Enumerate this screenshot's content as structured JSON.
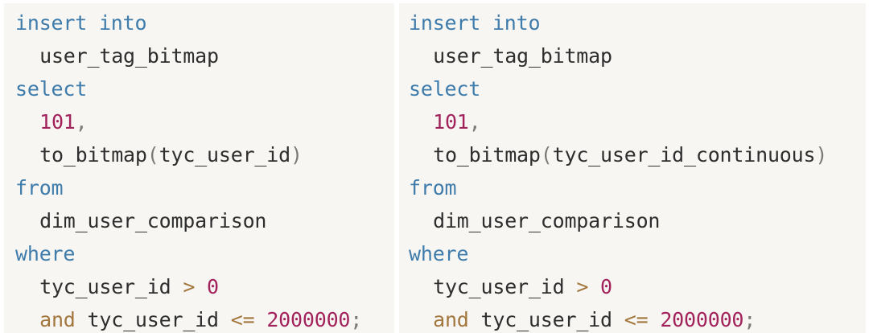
{
  "theme": {
    "page_background": "#ffffff",
    "panel_background": "#f7f6f2",
    "keyword_color": "#3f7cac",
    "identifier_color": "#2e2e2e",
    "number_color": "#a2235c",
    "operator_color": "#a2763c",
    "punctuation_color": "#7a7a76"
  },
  "panels": [
    {
      "id": "left",
      "name": "sql-snippet-left",
      "language": "sql",
      "full_text": "insert into\n  user_tag_bitmap\nselect\n  101,\n  to_bitmap(tyc_user_id)\nfrom\n  dim_user_comparison\nwhere\n  tyc_user_id > 0\n  and tyc_user_id <= 2000000;",
      "lines": [
        {
          "indent": 0,
          "tokens": [
            {
              "t": "insert into",
              "k": "kw"
            }
          ]
        },
        {
          "indent": 1,
          "tokens": [
            {
              "t": "user_tag_bitmap",
              "k": "ident"
            }
          ]
        },
        {
          "indent": 0,
          "tokens": [
            {
              "t": "select",
              "k": "kw"
            }
          ]
        },
        {
          "indent": 1,
          "tokens": [
            {
              "t": "101",
              "k": "num"
            },
            {
              "t": ",",
              "k": "punct"
            }
          ]
        },
        {
          "indent": 1,
          "tokens": [
            {
              "t": "to_bitmap",
              "k": "ident"
            },
            {
              "t": "(",
              "k": "punct"
            },
            {
              "t": "tyc_user_id",
              "k": "ident"
            },
            {
              "t": ")",
              "k": "punct"
            }
          ]
        },
        {
          "indent": 0,
          "tokens": [
            {
              "t": "from",
              "k": "kw"
            }
          ]
        },
        {
          "indent": 1,
          "tokens": [
            {
              "t": "dim_user_comparison",
              "k": "ident"
            }
          ]
        },
        {
          "indent": 0,
          "tokens": [
            {
              "t": "where",
              "k": "kw"
            }
          ]
        },
        {
          "indent": 1,
          "tokens": [
            {
              "t": "tyc_user_id",
              "k": "ident"
            },
            {
              "t": " ",
              "k": "plain"
            },
            {
              "t": ">",
              "k": "op"
            },
            {
              "t": " ",
              "k": "plain"
            },
            {
              "t": "0",
              "k": "num"
            }
          ]
        },
        {
          "indent": 1,
          "tokens": [
            {
              "t": "and",
              "k": "op"
            },
            {
              "t": " ",
              "k": "plain"
            },
            {
              "t": "tyc_user_id",
              "k": "ident"
            },
            {
              "t": " ",
              "k": "plain"
            },
            {
              "t": "<=",
              "k": "op"
            },
            {
              "t": " ",
              "k": "plain"
            },
            {
              "t": "2000000",
              "k": "num"
            },
            {
              "t": ";",
              "k": "punct"
            }
          ]
        }
      ]
    },
    {
      "id": "right",
      "name": "sql-snippet-right",
      "language": "sql",
      "full_text": "insert into\n  user_tag_bitmap\nselect\n  101,\n  to_bitmap(tyc_user_id_continuous)\nfrom\n  dim_user_comparison\nwhere\n  tyc_user_id > 0\n  and tyc_user_id <= 2000000;",
      "lines": [
        {
          "indent": 0,
          "tokens": [
            {
              "t": "insert into",
              "k": "kw"
            }
          ]
        },
        {
          "indent": 1,
          "tokens": [
            {
              "t": "user_tag_bitmap",
              "k": "ident"
            }
          ]
        },
        {
          "indent": 0,
          "tokens": [
            {
              "t": "select",
              "k": "kw"
            }
          ]
        },
        {
          "indent": 1,
          "tokens": [
            {
              "t": "101",
              "k": "num"
            },
            {
              "t": ",",
              "k": "punct"
            }
          ]
        },
        {
          "indent": 1,
          "tokens": [
            {
              "t": "to_bitmap",
              "k": "ident"
            },
            {
              "t": "(",
              "k": "punct"
            },
            {
              "t": "tyc_user_id_continuous",
              "k": "ident"
            },
            {
              "t": ")",
              "k": "punct"
            }
          ]
        },
        {
          "indent": 0,
          "tokens": [
            {
              "t": "from",
              "k": "kw"
            }
          ]
        },
        {
          "indent": 1,
          "tokens": [
            {
              "t": "dim_user_comparison",
              "k": "ident"
            }
          ]
        },
        {
          "indent": 0,
          "tokens": [
            {
              "t": "where",
              "k": "kw"
            }
          ]
        },
        {
          "indent": 1,
          "tokens": [
            {
              "t": "tyc_user_id",
              "k": "ident"
            },
            {
              "t": " ",
              "k": "plain"
            },
            {
              "t": ">",
              "k": "op"
            },
            {
              "t": " ",
              "k": "plain"
            },
            {
              "t": "0",
              "k": "num"
            }
          ]
        },
        {
          "indent": 1,
          "tokens": [
            {
              "t": "and",
              "k": "op"
            },
            {
              "t": " ",
              "k": "plain"
            },
            {
              "t": "tyc_user_id",
              "k": "ident"
            },
            {
              "t": " ",
              "k": "plain"
            },
            {
              "t": "<=",
              "k": "op"
            },
            {
              "t": " ",
              "k": "plain"
            },
            {
              "t": "2000000",
              "k": "num"
            },
            {
              "t": ";",
              "k": "punct"
            }
          ]
        }
      ]
    }
  ]
}
